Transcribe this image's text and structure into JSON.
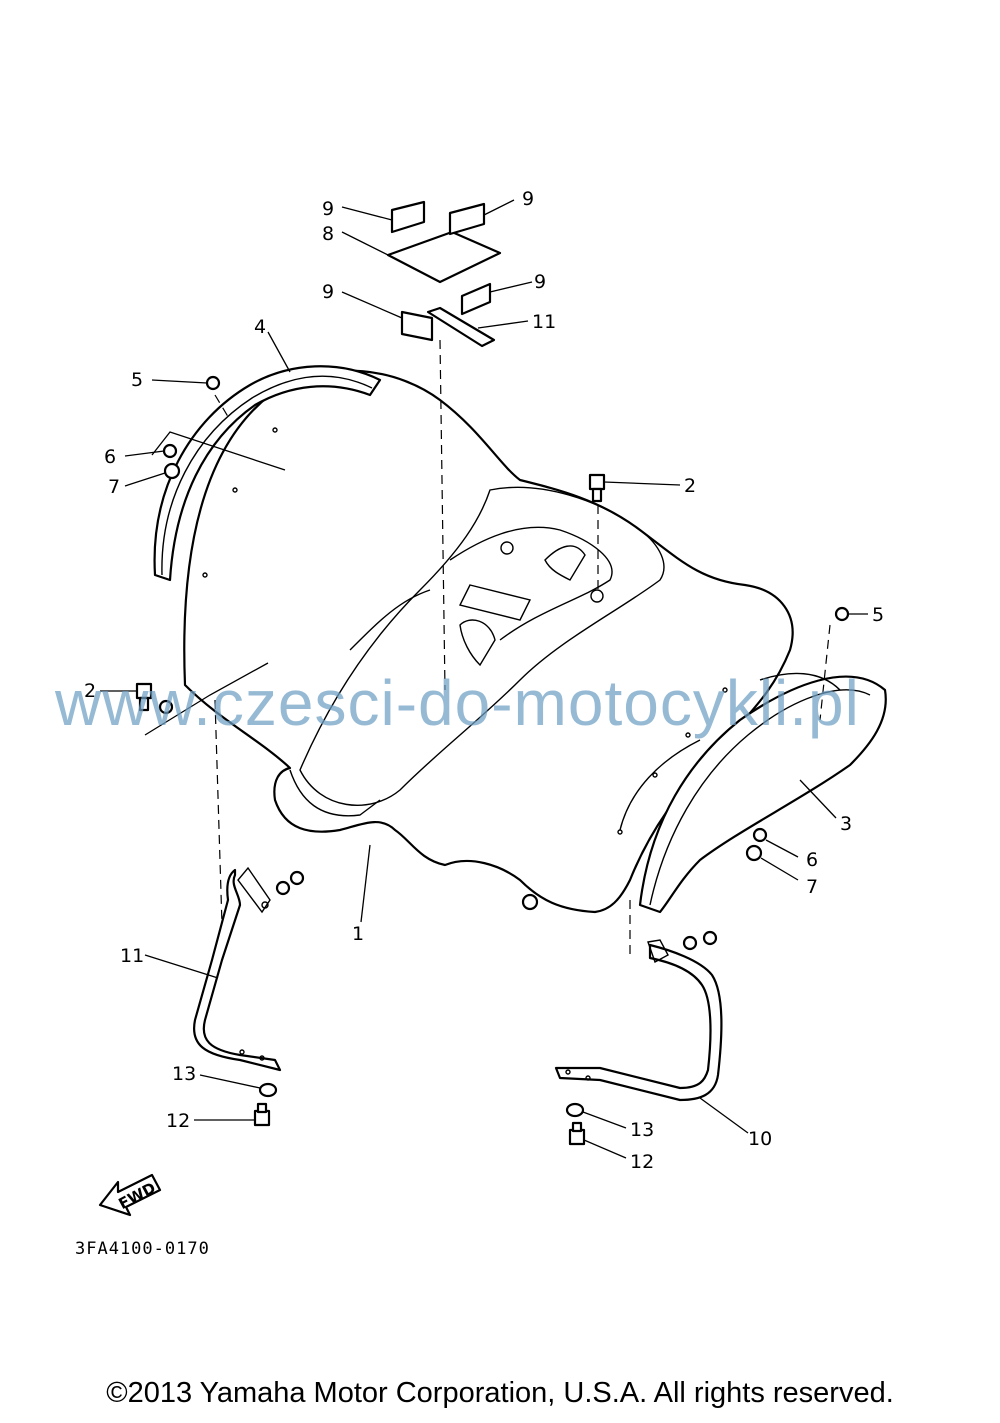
{
  "diagram": {
    "watermark": "www.czesci-do-motocykli.pl",
    "drawing_code": "3FA4100-0170",
    "copyright": "©2013 Yamaha Motor Corporation, U.S.A. All rights reserved.",
    "fwd_label": "FWD",
    "callouts": {
      "c9a": "9",
      "c9b": "9",
      "c8": "8",
      "c9c": "9",
      "c9d": "9",
      "c11a": "11",
      "c4": "4",
      "c5a": "5",
      "c6a": "6",
      "c7a": "7",
      "c2a": "2",
      "c2b": "2",
      "c5b": "5",
      "c3": "3",
      "c6b": "6",
      "c7b": "7",
      "c1": "1",
      "c11b": "11",
      "c13a": "13",
      "c12a": "12",
      "c13b": "13",
      "c12b": "12",
      "c10": "10"
    }
  }
}
